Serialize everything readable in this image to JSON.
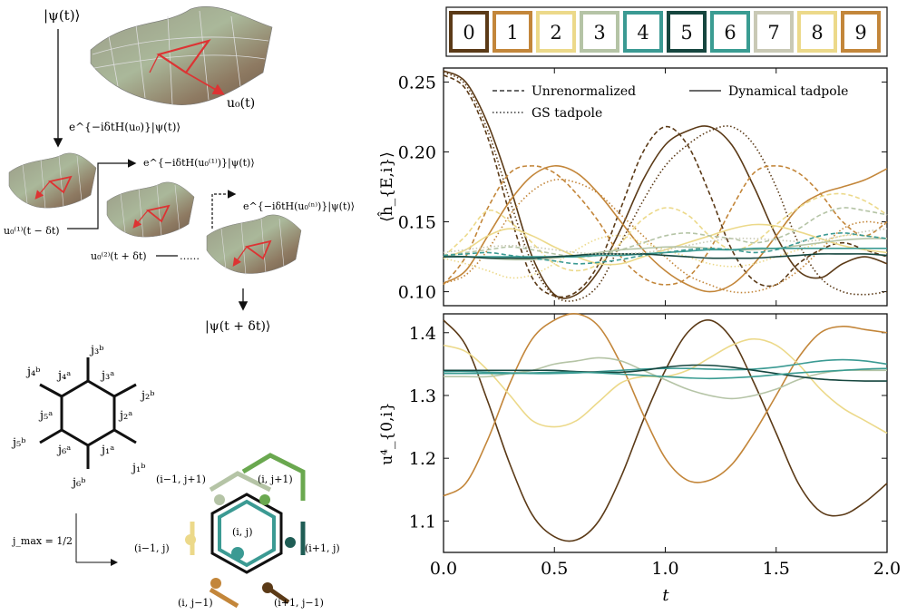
{
  "palette": [
    "#5b3a17",
    "#c3863a",
    "#ecd98a",
    "#b5c4a6",
    "#3b9a93",
    "#16463f",
    "#3a9c92",
    "#c9c9b5",
    "#ecd98a",
    "#c3863a"
  ],
  "legend": {
    "keys": [
      "0",
      "1",
      "2",
      "3",
      "4",
      "5",
      "6",
      "7",
      "8",
      "9"
    ]
  },
  "schematic": {
    "psi_t": "|ψ(t)⟩",
    "u0_t": "u₀(t)",
    "evolve_1": "e^{−iδtH(u₀)}|ψ(t)⟩",
    "evolve_2": "e^{−iδtH(u₀⁽¹⁾)}|ψ(t)⟩",
    "evolve_n": "e^{−iδtH(u₀⁽ⁿ⁾)}|ψ(t)⟩",
    "u0_1": "u₀⁽¹⁾(t − δt)",
    "u0_2": "u₀⁽²⁾(t + δt)",
    "ellipsis": "……",
    "psi_next": "|ψ(t + δt)⟩"
  },
  "hexagon": {
    "labels_b": [
      "j₁ᵇ",
      "j₂ᵇ",
      "j₃ᵇ",
      "j₄ᵇ",
      "j₅ᵇ",
      "j₆ᵇ"
    ],
    "labels_a": [
      "j₁ᵃ",
      "j₂ᵃ",
      "j₃ᵃ",
      "j₄ᵃ",
      "j₅ᵃ",
      "j₆ᵃ"
    ],
    "jmax": "j_max = 1/2"
  },
  "lattice": {
    "center": "(i, j)",
    "neighbors": [
      "(i−1, j+1)",
      "(i, j+1)",
      "(i−1, j)",
      "(i+1, j)",
      "(i, j−1)",
      "(i+1, j−1)"
    ]
  },
  "chart_data": [
    {
      "type": "line",
      "ylabel": "⟨ĥ_{E,i}⟩",
      "xlim": [
        0,
        2
      ],
      "ylim": [
        0.09,
        0.26
      ],
      "yticks": [
        0.1,
        0.15,
        0.2,
        0.25
      ],
      "style_legend": [
        {
          "style": "dashed",
          "label": "Unrenormalized"
        },
        {
          "style": "solid",
          "label": "Dynamical tadpole"
        },
        {
          "style": "dotted",
          "label": "GS tadpole"
        }
      ],
      "x": [
        0,
        0.1,
        0.2,
        0.3,
        0.4,
        0.5,
        0.6,
        0.7,
        0.8,
        0.9,
        1.0,
        1.1,
        1.2,
        1.3,
        1.4,
        1.5,
        1.6,
        1.7,
        1.8,
        1.9,
        2.0
      ],
      "series": [
        {
          "color_index": 0,
          "style": "dashed",
          "values": [
            0.255,
            0.245,
            0.21,
            0.155,
            0.11,
            0.097,
            0.1,
            0.12,
            0.16,
            0.2,
            0.218,
            0.205,
            0.17,
            0.13,
            0.108,
            0.105,
            0.12,
            0.13,
            0.135,
            0.13,
            0.125
          ]
        },
        {
          "color_index": 0,
          "style": "solid",
          "values": [
            0.258,
            0.25,
            0.22,
            0.175,
            0.125,
            0.098,
            0.098,
            0.115,
            0.145,
            0.18,
            0.205,
            0.215,
            0.218,
            0.205,
            0.175,
            0.14,
            0.115,
            0.11,
            0.12,
            0.125,
            0.12
          ]
        },
        {
          "color_index": 0,
          "style": "dotted",
          "values": [
            0.257,
            0.248,
            0.215,
            0.165,
            0.12,
            0.097,
            0.094,
            0.105,
            0.135,
            0.165,
            0.19,
            0.205,
            0.215,
            0.218,
            0.205,
            0.175,
            0.135,
            0.11,
            0.1,
            0.098,
            0.1
          ]
        },
        {
          "color_index": 1,
          "style": "dashed",
          "values": [
            0.105,
            0.125,
            0.16,
            0.185,
            0.19,
            0.185,
            0.17,
            0.15,
            0.125,
            0.11,
            0.105,
            0.11,
            0.13,
            0.16,
            0.185,
            0.19,
            0.185,
            0.17,
            0.15,
            0.14,
            0.15
          ]
        },
        {
          "color_index": 1,
          "style": "solid",
          "values": [
            0.106,
            0.115,
            0.14,
            0.165,
            0.183,
            0.19,
            0.185,
            0.17,
            0.15,
            0.13,
            0.115,
            0.105,
            0.1,
            0.105,
            0.12,
            0.14,
            0.16,
            0.17,
            0.175,
            0.18,
            0.188
          ]
        },
        {
          "color_index": 1,
          "style": "dotted",
          "values": [
            0.106,
            0.112,
            0.13,
            0.155,
            0.172,
            0.18,
            0.178,
            0.17,
            0.155,
            0.14,
            0.125,
            0.112,
            0.105,
            0.1,
            0.1,
            0.105,
            0.115,
            0.13,
            0.145,
            0.15,
            0.148
          ]
        },
        {
          "color_index": 2,
          "style": "dashed",
          "values": [
            0.125,
            0.14,
            0.158,
            0.15,
            0.135,
            0.12,
            0.115,
            0.12,
            0.135,
            0.152,
            0.16,
            0.155,
            0.14,
            0.13,
            0.135,
            0.148,
            0.16,
            0.168,
            0.17,
            0.165,
            0.155
          ]
        },
        {
          "color_index": 2,
          "style": "solid",
          "values": [
            0.124,
            0.13,
            0.14,
            0.145,
            0.14,
            0.132,
            0.125,
            0.12,
            0.12,
            0.125,
            0.13,
            0.135,
            0.14,
            0.145,
            0.148,
            0.147,
            0.143,
            0.138,
            0.133,
            0.13,
            0.128
          ]
        },
        {
          "color_index": 2,
          "style": "dotted",
          "values": [
            0.124,
            0.12,
            0.115,
            0.11,
            0.112,
            0.12,
            0.13,
            0.138,
            0.14,
            0.135,
            0.13,
            0.125,
            0.12,
            0.118,
            0.12,
            0.125,
            0.13,
            0.135,
            0.14,
            0.14,
            0.138
          ]
        },
        {
          "color_index": 3,
          "style": "dashed",
          "values": [
            0.126,
            0.128,
            0.13,
            0.132,
            0.13,
            0.127,
            0.125,
            0.126,
            0.13,
            0.135,
            0.14,
            0.142,
            0.14,
            0.138,
            0.135,
            0.138,
            0.145,
            0.155,
            0.16,
            0.158,
            0.155
          ]
        },
        {
          "color_index": 3,
          "style": "solid",
          "values": [
            0.126,
            0.125,
            0.124,
            0.123,
            0.123,
            0.124,
            0.126,
            0.128,
            0.13,
            0.131,
            0.132,
            0.132,
            0.131,
            0.13,
            0.13,
            0.131,
            0.133,
            0.135,
            0.137,
            0.138,
            0.138
          ]
        },
        {
          "color_index": 4,
          "style": "dashed",
          "values": [
            0.126,
            0.127,
            0.128,
            0.126,
            0.124,
            0.122,
            0.12,
            0.121,
            0.123,
            0.126,
            0.128,
            0.13,
            0.131,
            0.13,
            0.128,
            0.13,
            0.135,
            0.14,
            0.142,
            0.14,
            0.138
          ]
        },
        {
          "color_index": 4,
          "style": "solid",
          "values": [
            0.125,
            0.125,
            0.125,
            0.125,
            0.125,
            0.125,
            0.125,
            0.126,
            0.126,
            0.127,
            0.128,
            0.129,
            0.13,
            0.13,
            0.131,
            0.131,
            0.131,
            0.131,
            0.131,
            0.131,
            0.131
          ]
        },
        {
          "color_index": 5,
          "style": "solid",
          "values": [
            0.125,
            0.125,
            0.124,
            0.124,
            0.124,
            0.125,
            0.126,
            0.127,
            0.127,
            0.127,
            0.126,
            0.125,
            0.124,
            0.124,
            0.124,
            0.125,
            0.126,
            0.127,
            0.127,
            0.127,
            0.126
          ]
        },
        {
          "color_index": 7,
          "style": "dotted",
          "values": [
            0.128,
            0.13,
            0.132,
            0.133,
            0.132,
            0.13,
            0.128,
            0.127,
            0.127,
            0.128,
            0.13,
            0.133,
            0.136,
            0.138,
            0.138,
            0.137,
            0.136,
            0.137,
            0.14,
            0.143,
            0.145
          ]
        }
      ]
    },
    {
      "type": "line",
      "xlabel": "t",
      "ylabel": "u⁴_{0,i}",
      "xlim": [
        0,
        2
      ],
      "ylim": [
        1.05,
        1.43
      ],
      "yticks": [
        1.1,
        1.2,
        1.3,
        1.4
      ],
      "xticks": [
        0.0,
        0.5,
        1.0,
        1.5,
        2.0
      ],
      "x": [
        0,
        0.1,
        0.2,
        0.3,
        0.4,
        0.5,
        0.6,
        0.7,
        0.8,
        0.9,
        1.0,
        1.1,
        1.2,
        1.3,
        1.4,
        1.5,
        1.6,
        1.7,
        1.8,
        1.9,
        2.0
      ],
      "series": [
        {
          "color_index": 0,
          "values": [
            1.42,
            1.38,
            1.29,
            1.19,
            1.11,
            1.075,
            1.07,
            1.1,
            1.17,
            1.26,
            1.34,
            1.4,
            1.42,
            1.39,
            1.32,
            1.24,
            1.16,
            1.115,
            1.11,
            1.13,
            1.16
          ]
        },
        {
          "color_index": 1,
          "values": [
            1.14,
            1.16,
            1.23,
            1.32,
            1.39,
            1.42,
            1.43,
            1.41,
            1.35,
            1.27,
            1.2,
            1.165,
            1.165,
            1.19,
            1.24,
            1.3,
            1.36,
            1.4,
            1.41,
            1.405,
            1.4
          ]
        },
        {
          "color_index": 2,
          "values": [
            1.38,
            1.37,
            1.34,
            1.3,
            1.26,
            1.25,
            1.26,
            1.29,
            1.32,
            1.33,
            1.33,
            1.34,
            1.36,
            1.38,
            1.39,
            1.38,
            1.35,
            1.31,
            1.28,
            1.26,
            1.24
          ]
        },
        {
          "color_index": 3,
          "values": [
            1.33,
            1.33,
            1.33,
            1.335,
            1.34,
            1.35,
            1.355,
            1.36,
            1.355,
            1.34,
            1.325,
            1.31,
            1.3,
            1.295,
            1.3,
            1.31,
            1.325,
            1.335,
            1.34,
            1.34,
            1.34
          ]
        },
        {
          "color_index": 4,
          "values": [
            1.338,
            1.338,
            1.337,
            1.336,
            1.335,
            1.335,
            1.336,
            1.338,
            1.34,
            1.342,
            1.343,
            1.343,
            1.342,
            1.341,
            1.342,
            1.345,
            1.35,
            1.355,
            1.357,
            1.355,
            1.35
          ]
        },
        {
          "color_index": 5,
          "values": [
            1.34,
            1.34,
            1.34,
            1.34,
            1.34,
            1.34,
            1.338,
            1.337,
            1.337,
            1.34,
            1.345,
            1.348,
            1.348,
            1.345,
            1.34,
            1.335,
            1.33,
            1.326,
            1.324,
            1.323,
            1.323
          ]
        },
        {
          "color_index": 6,
          "values": [
            1.335,
            1.335,
            1.335,
            1.335,
            1.336,
            1.337,
            1.337,
            1.336,
            1.334,
            1.332,
            1.33,
            1.328,
            1.327,
            1.328,
            1.33,
            1.333,
            1.336,
            1.338,
            1.34,
            1.342,
            1.343
          ]
        }
      ]
    }
  ]
}
